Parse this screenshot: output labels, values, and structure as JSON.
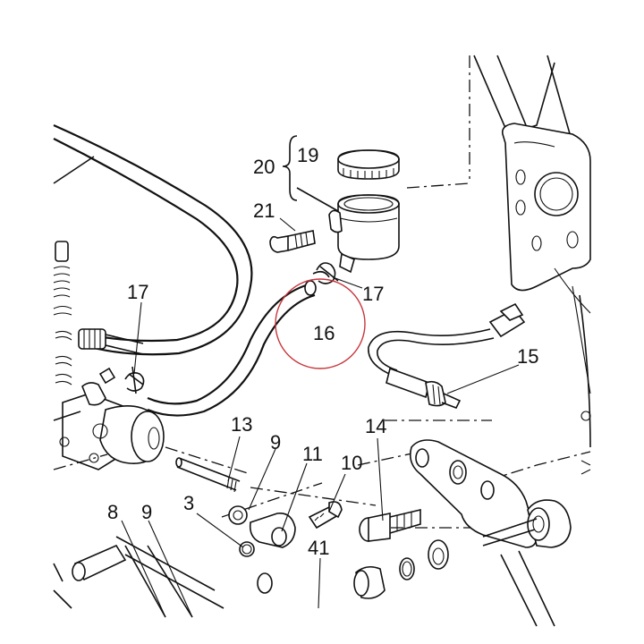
{
  "labels": {
    "p3": "3",
    "p8": "8",
    "p9a": "9",
    "p9b": "9",
    "p10": "10",
    "p11": "11",
    "p13": "13",
    "p14": "14",
    "p15": "15",
    "p16": "16",
    "p17a": "17",
    "p17b": "17",
    "p19": "19",
    "p20": "20",
    "p21": "21",
    "p41": "41"
  },
  "colors": {
    "line": "#111111",
    "highlight": "#c8353c",
    "background": "#ffffff"
  }
}
